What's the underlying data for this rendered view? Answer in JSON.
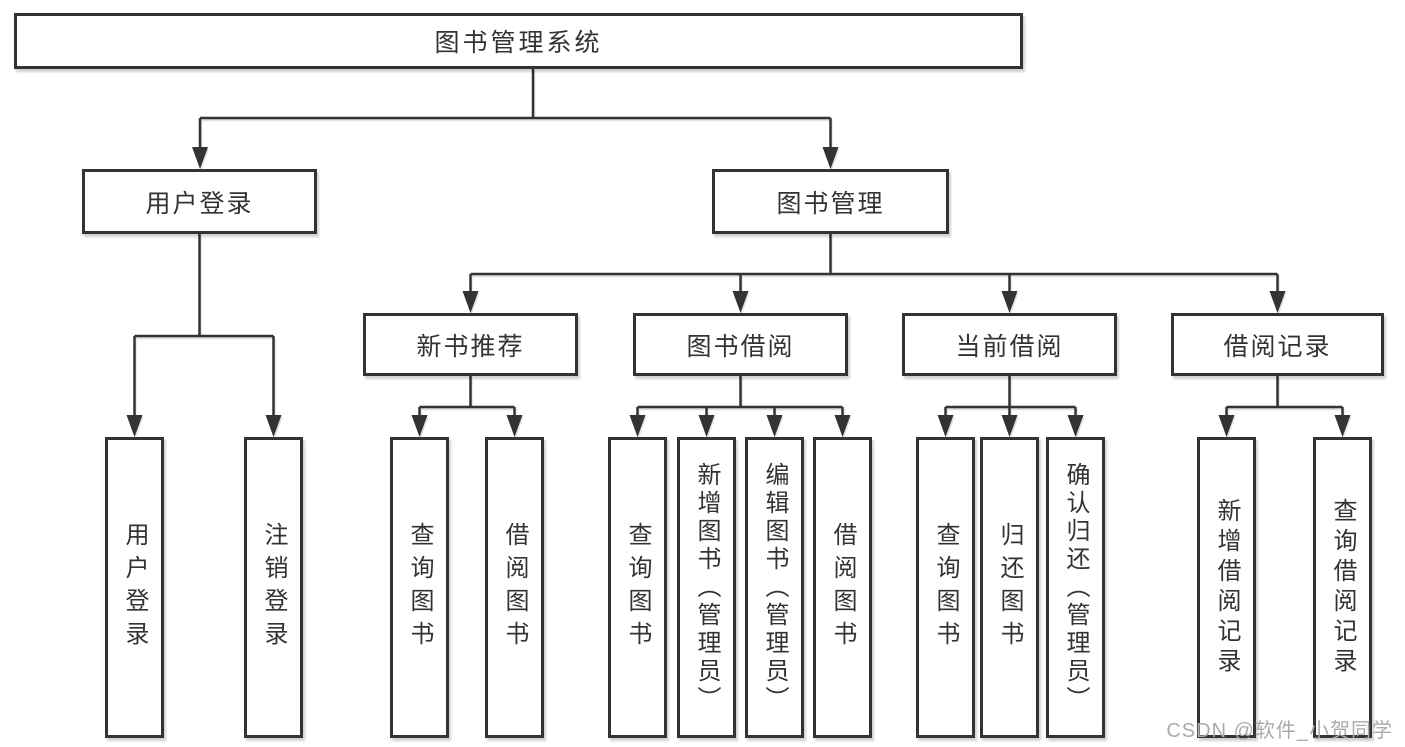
{
  "diagram": {
    "type": "tree",
    "nodes": {
      "root": {
        "label": "图书管理系统"
      },
      "branches": [
        {
          "label": "用户登录",
          "children": [
            {
              "label": "用户登录"
            },
            {
              "label": "注销登录"
            }
          ]
        },
        {
          "label": "图书管理",
          "groups": [
            {
              "label": "新书推荐",
              "children": [
                {
                  "label": "查询图书"
                },
                {
                  "label": "借阅图书"
                }
              ]
            },
            {
              "label": "图书借阅",
              "children": [
                {
                  "label": "查询图书"
                },
                {
                  "label": "新增图书（管理员）"
                },
                {
                  "label": "编辑图书（管理员）"
                },
                {
                  "label": "借阅图书"
                }
              ]
            },
            {
              "label": "当前借阅",
              "children": [
                {
                  "label": "查询图书"
                },
                {
                  "label": "归还图书"
                },
                {
                  "label": "确认归还（管理员）"
                }
              ]
            },
            {
              "label": "借阅记录",
              "children": [
                {
                  "label": "新增借阅记录"
                },
                {
                  "label": "查询借阅记录"
                }
              ]
            }
          ]
        }
      ]
    },
    "colors": {
      "line": "#333333",
      "box_border": "#333333",
      "box_fill": "#ffffff",
      "text": "#333333",
      "watermark": "#ababab",
      "background": "#ffffff"
    }
  },
  "watermark": {
    "text": "CSDN @软件_小贺同学"
  }
}
